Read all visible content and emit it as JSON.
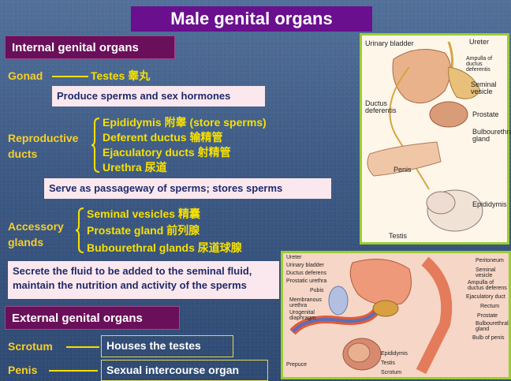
{
  "title": "Male genital organs",
  "internal": {
    "heading": "Internal genital organs",
    "gonad": {
      "label": "Gonad",
      "item": "Testes  睾丸",
      "function": "Produce sperms and sex hormones"
    },
    "ducts": {
      "label_line1": "Reproductive",
      "label_line2": "ducts",
      "items": [
        "Epididymis  附睾  (store sperms)",
        "Deferent ductus 输精管",
        "Ejaculatory ducts  射精管",
        "Urethra  尿道"
      ],
      "function": "Serve as passageway of sperms; stores sperms"
    },
    "glands": {
      "label_line1": "Accessory",
      "label_line2": "glands",
      "items": [
        "Seminal vesicles  精囊",
        "Prostate  gland  前列腺",
        "Bubourethral glands   尿道球腺"
      ],
      "function_line1": "Secrete the fluid to be added to the seminal fluid,",
      "function_line2": "maintain the nutrition and activity of the sperms"
    }
  },
  "external": {
    "heading": "External genital organs",
    "scrotum": {
      "label": "Scrotum",
      "function": "Houses the testes"
    },
    "penis": {
      "label": "Penis",
      "function": "Sexual intercourse organ"
    }
  },
  "figure_top_labels": {
    "urinary_bladder": "Urinary bladder",
    "ureter": "Ureter",
    "ampulla": "Ampulla of ductus deferentis",
    "seminal_vesicle": "Seminal vesicle",
    "ductus_deferentis": "Ductus deferentis",
    "prostate": "Prostate",
    "bulbourethral": "Bulbourethral gland",
    "penis": "Penis",
    "epididymis": "Epididymis",
    "testis": "Testis"
  },
  "figure_bottom_labels": {
    "ureter": "Ureter",
    "urinary_bladder": "Urinary bladder",
    "ductus_deferens": "Ductus deferens",
    "prostatic_urethra": "Prostatic urethra",
    "pubis": "Pubis",
    "membranous_urethra": "Membranous urethra",
    "urogenital_diaphragm": "Urogenital diaphragm",
    "prepuce": "Prepuce",
    "peritoneum": "Peritoneum",
    "seminal_vesicle": "Seminal vesicle",
    "ampulla": "Ampulla of ductus deferens",
    "ejaculatory_duct": "Ejaculatory duct",
    "rectum": "Rectum",
    "prostate": "Prostate",
    "bulbourethral": "Bulbourethral gland",
    "bulb_of_penis": "Bulb of penis",
    "epididymis": "Epididymis",
    "testis": "Testis",
    "scrotum": "Scrotum"
  }
}
